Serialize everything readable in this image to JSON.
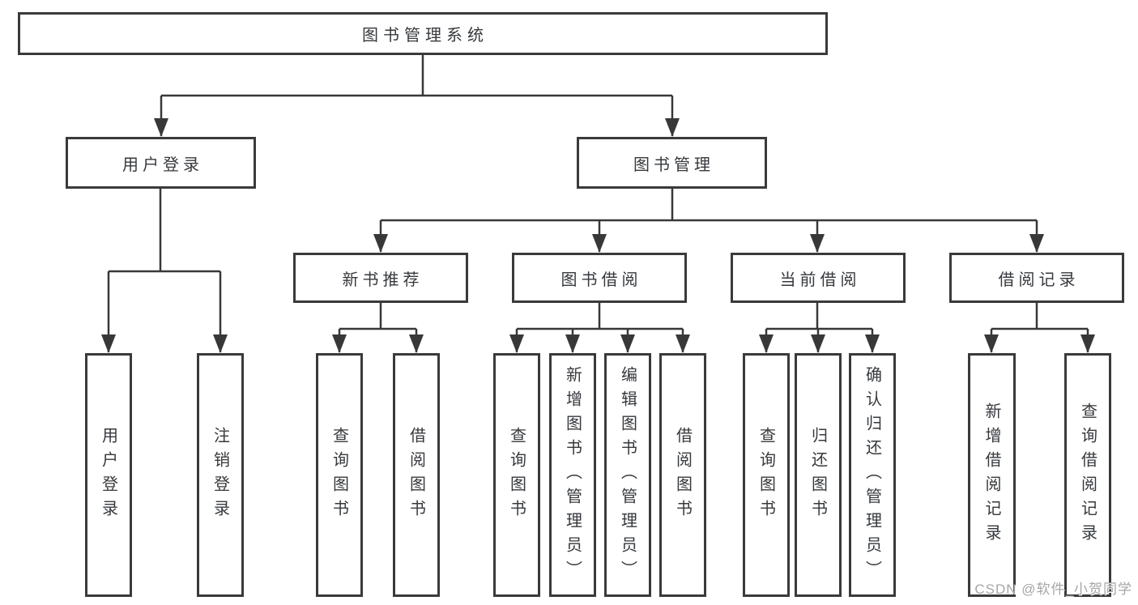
{
  "diagram": {
    "root_label": "图书管理系统",
    "level2": {
      "user_login": "用户登录",
      "book_management": "图书管理"
    },
    "level3": {
      "new_book_recommend": "新书推荐",
      "book_borrow": "图书借阅",
      "current_borrow": "当前借阅",
      "borrow_record": "借阅记录"
    },
    "leaves": {
      "user_login": "用户登录",
      "logout": "注销登录",
      "recommend_query_book": "查询图书",
      "recommend_borrow_book": "借阅图书",
      "borrow_query_book": "查询图书",
      "borrow_add_book": "新增图书（管理员）",
      "borrow_edit_book": "编辑图书（管理员）",
      "borrow_borrow_book": "借阅图书",
      "current_query_book": "查询图书",
      "current_return_book": "归还图书",
      "current_confirm_return": "确认归还（管理员）",
      "record_add": "新增借阅记录",
      "record_query": "查询借阅记录"
    },
    "colors": {
      "line": "#383838",
      "border": "#3a3a3a",
      "text": "#36393d",
      "watermark": "#a6a6a6"
    }
  },
  "watermark": "CSDN @软件_小贺同学"
}
